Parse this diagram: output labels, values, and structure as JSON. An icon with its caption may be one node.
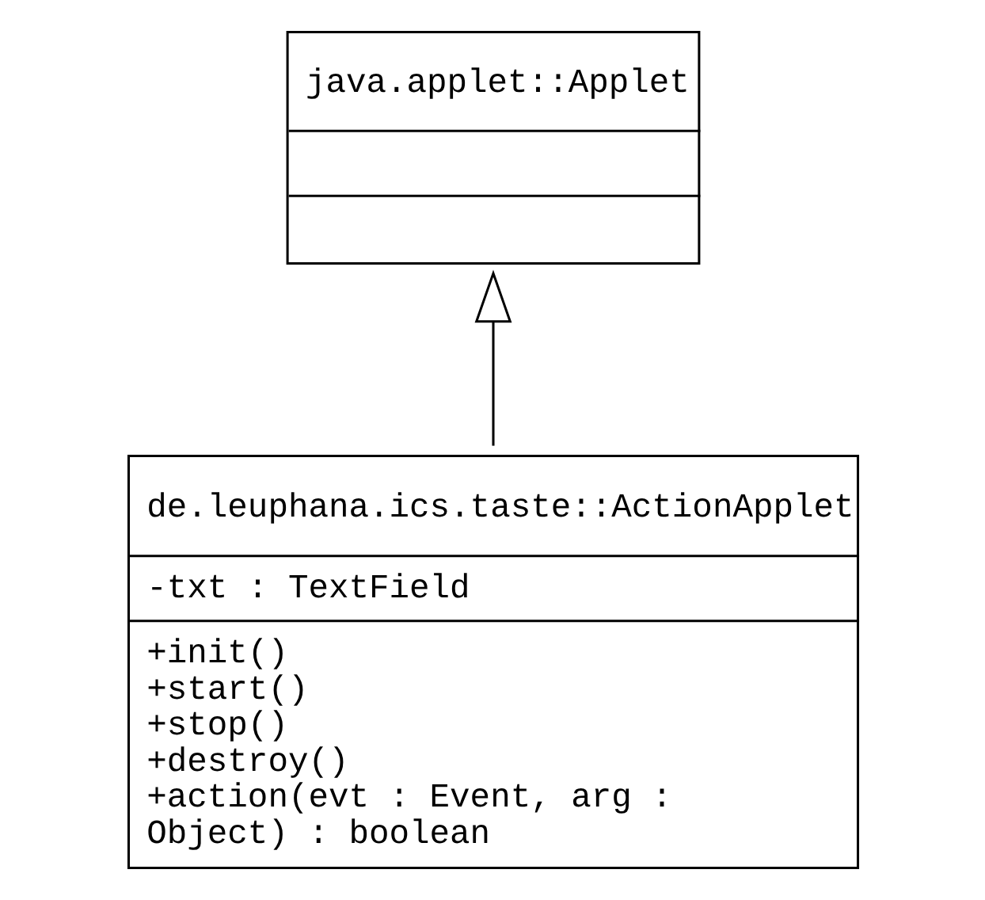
{
  "diagram": {
    "nodes": [
      {
        "text": [
          "java.applet::Applet"
        ]
      },
      {
        "text": [
          "de.leuphana.ics.taste::ActionApplet",
          "-txt : TextField",
          "+init()",
          "+start()",
          "+stop()",
          "+destroy()",
          "+action(evt : Event, arg : Object) : boolean"
        ]
      }
    ],
    "edges": [
      {
        "from": 1,
        "to": 0,
        "arrow": "to"
      }
    ]
  }
}
